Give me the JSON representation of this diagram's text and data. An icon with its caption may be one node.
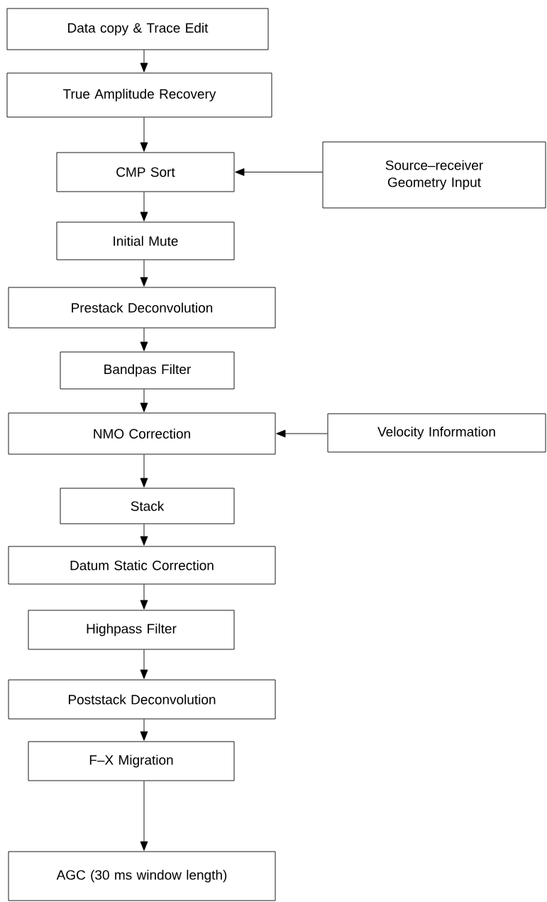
{
  "diagram": {
    "nodes": [
      {
        "text": [
          "Data copy & Trace Edit"
        ]
      },
      {
        "text": [
          "True Amplitude Recovery"
        ]
      },
      {
        "text": [
          "CMP Sort"
        ]
      },
      {
        "text": [
          "Source–receiver Geometry Input"
        ]
      },
      {
        "text": [
          "Initial Mute"
        ]
      },
      {
        "text": [
          "Prestack Deconvolution"
        ]
      },
      {
        "text": [
          "Bandpas Filter"
        ]
      },
      {
        "text": [
          "NMO Correction"
        ]
      },
      {
        "text": [
          "Velocity Information"
        ]
      },
      {
        "text": [
          "Stack"
        ]
      },
      {
        "text": [
          "Datum Static Correction"
        ]
      },
      {
        "text": [
          "Highpass Filter"
        ]
      },
      {
        "text": [
          "Poststack Deconvolution"
        ]
      },
      {
        "text": [
          "F–X Migration"
        ]
      },
      {
        "text": [
          "AGC (30 ms window length)"
        ]
      }
    ],
    "edges": [
      {
        "from": 0,
        "to": 1,
        "arrow": "to"
      },
      {
        "from": 1,
        "to": 2,
        "arrow": "to"
      },
      {
        "from": 3,
        "to": 2,
        "arrow": "to"
      },
      {
        "from": 2,
        "to": 4,
        "arrow": "to"
      },
      {
        "from": 4,
        "to": 5,
        "arrow": "to"
      },
      {
        "from": 5,
        "to": 6,
        "arrow": "to"
      },
      {
        "from": 6,
        "to": 7,
        "arrow": "to"
      },
      {
        "from": 8,
        "to": 7,
        "arrow": "to"
      },
      {
        "from": 7,
        "to": 9,
        "arrow": "to"
      },
      {
        "from": 9,
        "to": 10,
        "arrow": "to"
      },
      {
        "from": 10,
        "to": 11,
        "arrow": "to"
      },
      {
        "from": 11,
        "to": 12,
        "arrow": "to"
      },
      {
        "from": 12,
        "to": 13,
        "arrow": "to"
      },
      {
        "from": 13,
        "to": 14,
        "arrow": "to"
      }
    ]
  }
}
